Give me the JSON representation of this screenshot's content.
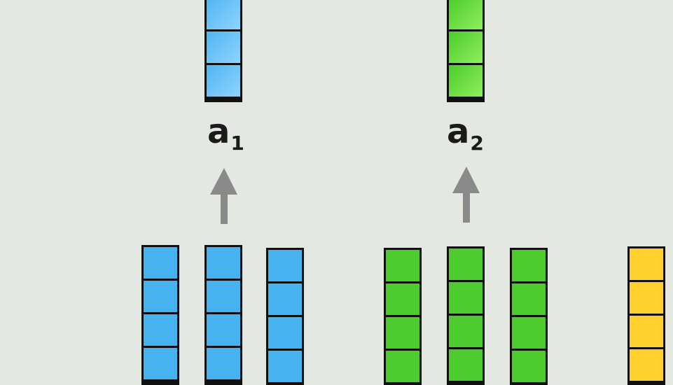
{
  "outputs": [
    {
      "base": "a",
      "sub": "1",
      "color": "#4fb6f2"
    },
    {
      "base": "a",
      "sub": "2",
      "color": "#4ccc2e"
    }
  ],
  "colors": {
    "blue": "#46b2f0",
    "green": "#4fcc2d",
    "yellow": "#fdd02e",
    "arrow": "#8a8a8a",
    "background": "#e3e9e1"
  },
  "icons": [
    "up-arrow-icon",
    "up-arrow-icon"
  ]
}
